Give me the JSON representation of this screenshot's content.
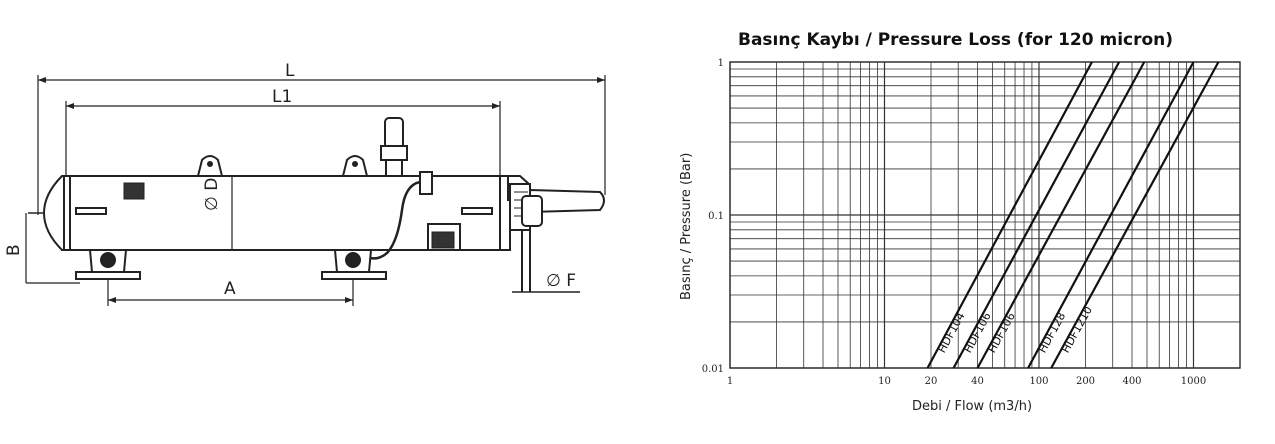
{
  "drawing": {
    "dimensions": {
      "L": "L",
      "L1": "L1",
      "D": "∅ D",
      "B": "B",
      "A": "A",
      "F": "∅ F"
    }
  },
  "chart_data": {
    "type": "line",
    "title": "Basınç Kaybı / Pressure Loss (for 120 micron)",
    "xlabel": "Debi / Flow (m3/h)",
    "ylabel": "Basınç / Pressure (Bar)",
    "xscale": "log",
    "yscale": "log",
    "xlim": [
      1,
      2000
    ],
    "ylim": [
      0.01,
      1
    ],
    "x_ticks": [
      {
        "value": 1,
        "label": "1"
      },
      {
        "value": 10,
        "label": "10"
      },
      {
        "value": 20,
        "label": "20"
      },
      {
        "value": 40,
        "label": "40"
      },
      {
        "value": 100,
        "label": "100"
      },
      {
        "value": 200,
        "label": "200"
      },
      {
        "value": 400,
        "label": "400"
      },
      {
        "value": 1000,
        "label": "1000"
      }
    ],
    "y_ticks": [
      {
        "value": 0.01,
        "label": "0.01"
      },
      {
        "value": 0.1,
        "label": "0.1"
      },
      {
        "value": 1,
        "label": "1"
      }
    ],
    "grid": true,
    "series": [
      {
        "name": "HDF104",
        "x": [
          19,
          220
        ],
        "y": [
          0.01,
          1
        ]
      },
      {
        "name": "HDF106",
        "x": [
          28,
          330
        ],
        "y": [
          0.01,
          1
        ]
      },
      {
        "name": "HDF106",
        "x": [
          40,
          480
        ],
        "y": [
          0.01,
          1
        ]
      },
      {
        "name": "HDF128",
        "x": [
          85,
          1000
        ],
        "y": [
          0.01,
          1
        ]
      },
      {
        "name": "HDF1210",
        "x": [
          120,
          1450
        ],
        "y": [
          0.01,
          1
        ]
      }
    ]
  }
}
